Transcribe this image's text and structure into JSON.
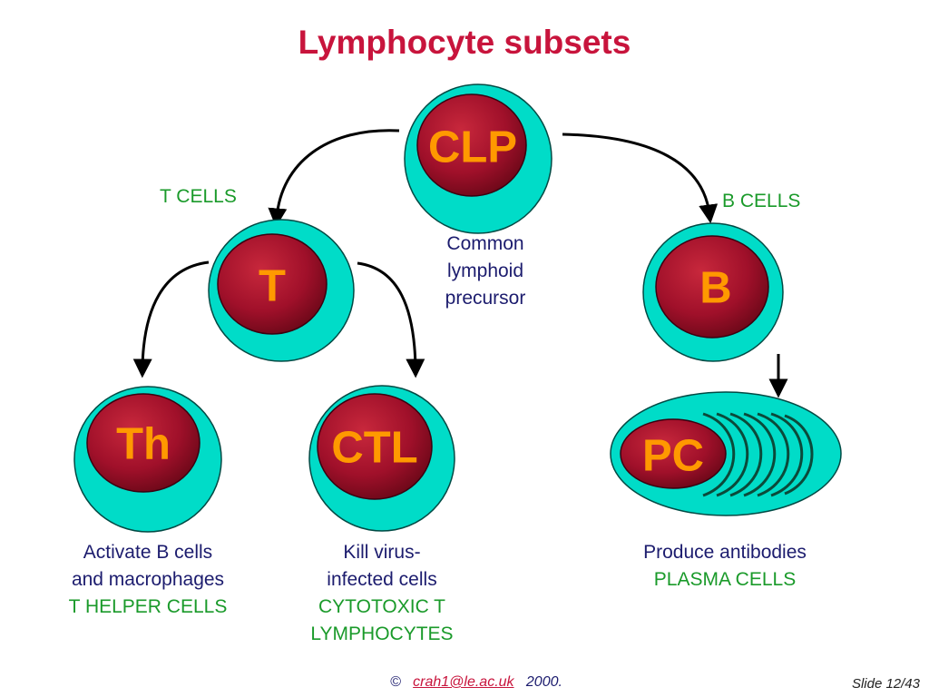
{
  "title": "Lymphocyte subsets",
  "cells": {
    "clp": "CLP",
    "t": "T",
    "b": "B",
    "th": "Th",
    "ctl": "CTL",
    "pc": "PC"
  },
  "branches": {
    "t_cells": "T CELLS",
    "b_cells": "B CELLS"
  },
  "clp_description": [
    "Common",
    "lymphoid",
    "precursor"
  ],
  "th_description": {
    "line1": "Activate B cells",
    "line2": "and macrophages",
    "name": "T HELPER CELLS"
  },
  "ctl_description": {
    "line1": "Kill virus-",
    "line2": "infected cells",
    "name1": "CYTOTOXIC T",
    "name2": "LYMPHOCYTES"
  },
  "pc_description": {
    "line1": "Produce antibodies",
    "name": "PLASMA CELLS"
  },
  "footer": {
    "copyright": "©",
    "email": "crah1@le.ac.uk",
    "year": "2000.",
    "slide": "Slide 12/43"
  },
  "colors": {
    "title": "#c8143c",
    "cell_outer": "#00dcc8",
    "cell_nucleus": "#a0102a",
    "cell_label": "#ff9900",
    "green_text": "#1a9a2a",
    "navy_text": "#1c1c6e"
  }
}
